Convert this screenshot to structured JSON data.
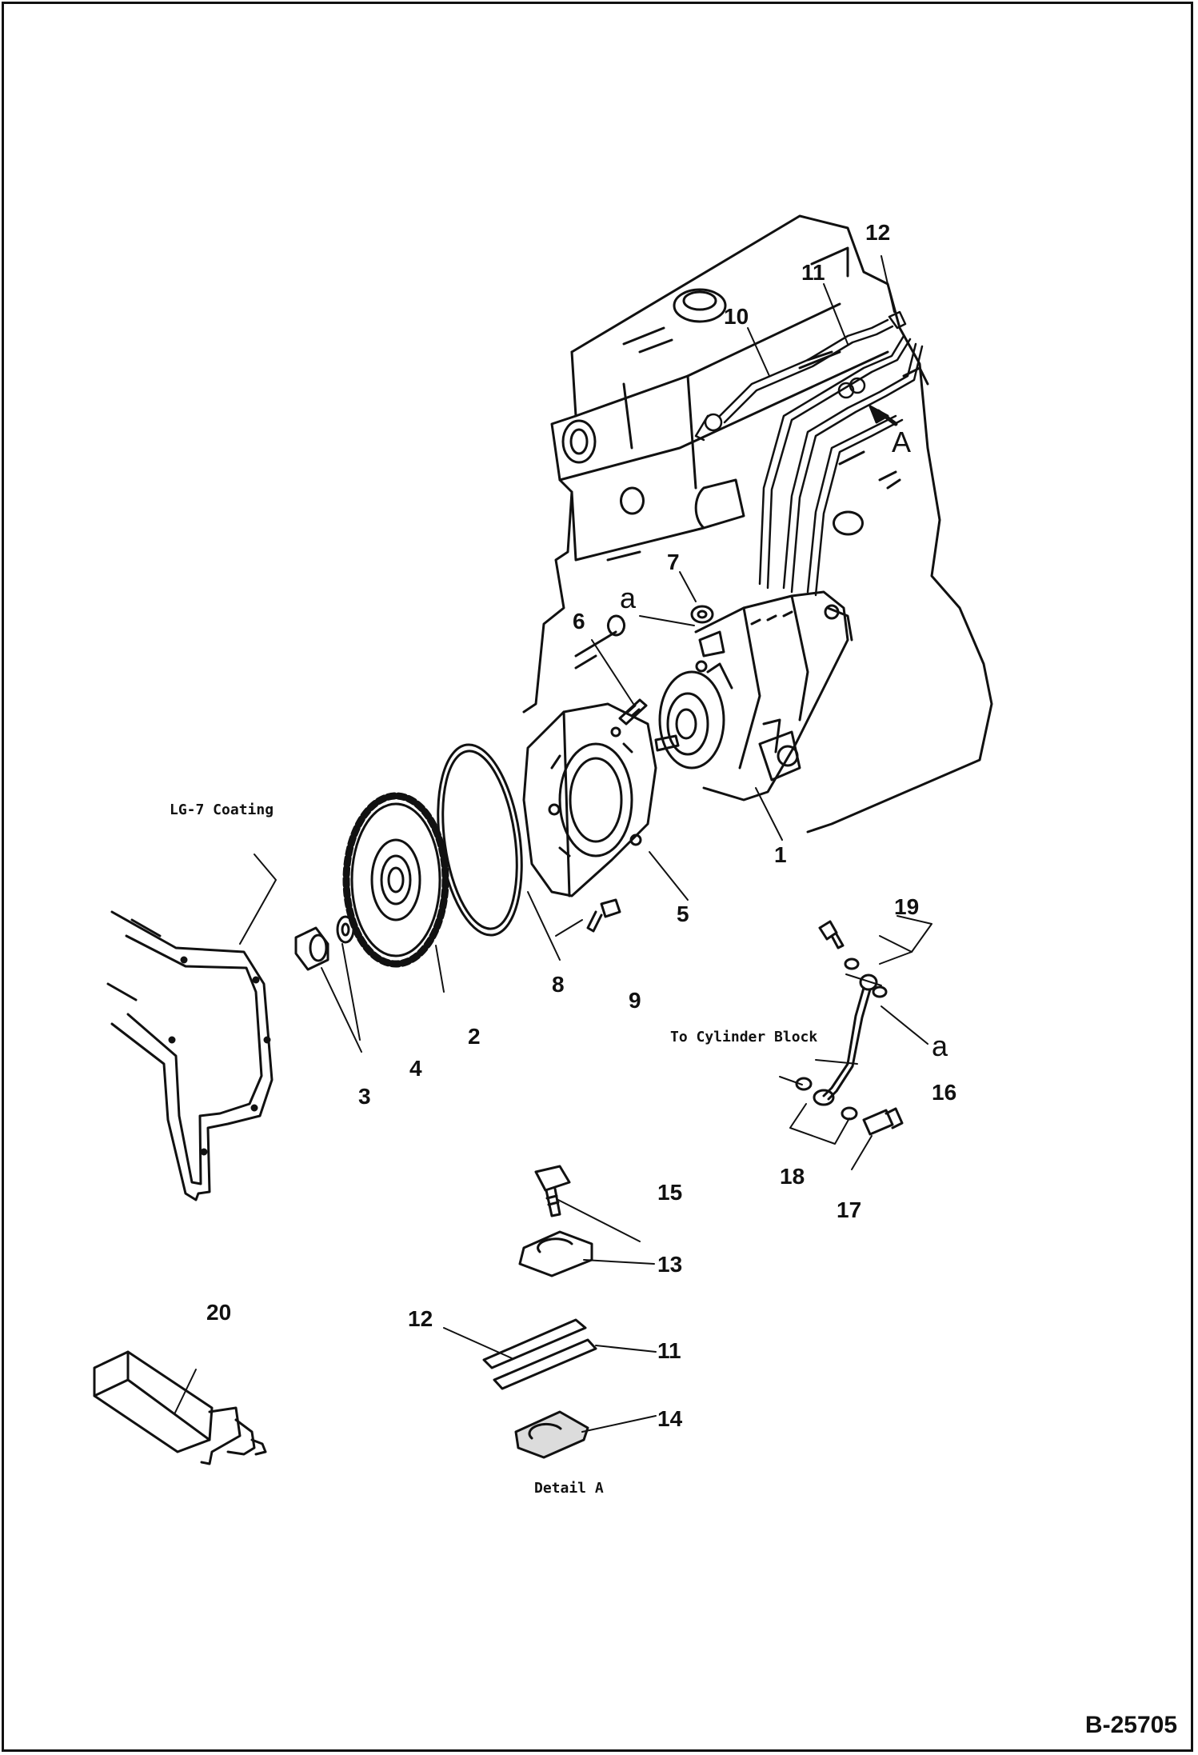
{
  "drawing_number": "B-25705",
  "annotations": {
    "coating": "LG-7  Coating",
    "cylinder_block": "To  Cylinder  Block",
    "detail": "Detail A",
    "view_arrow": "A",
    "ref_a": "a"
  },
  "callouts": [
    "1",
    "2",
    "3",
    "4",
    "5",
    "6",
    "7",
    "8",
    "9",
    "10",
    "11",
    "12",
    "13",
    "14",
    "15",
    "16",
    "17",
    "18",
    "19",
    "20"
  ],
  "detail_callouts": [
    "15",
    "13",
    "12",
    "11",
    "14"
  ],
  "colors": {
    "line": "#111111",
    "background": "#ffffff"
  }
}
